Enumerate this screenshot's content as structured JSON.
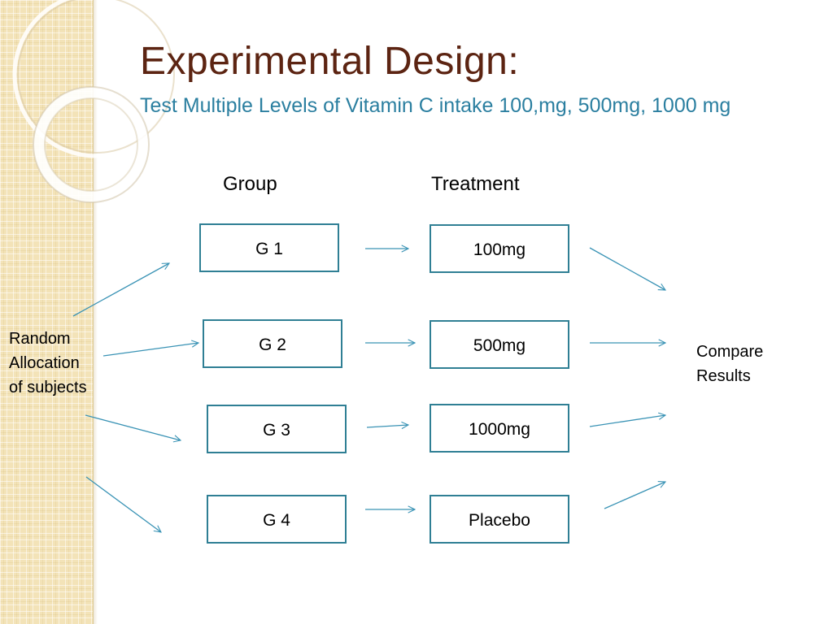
{
  "slide": {
    "title": "Experimental Design:",
    "subtitle": "Test Multiple Levels of Vitamin C intake 100,mg, 500mg, 1000 mg",
    "colors": {
      "title": "#5c2412",
      "subtitle": "#2b7fa0",
      "box_border": "#2f7f94",
      "arrow": "#3a93b5",
      "sidebar": "#f3e3b8"
    }
  },
  "diagram": {
    "group_header": "Group",
    "treatment_header": "Treatment",
    "random_allocation": {
      "line1": "Random",
      "line2": "Allocation",
      "line3": "of subjects"
    },
    "compare_results": {
      "line1": "Compare",
      "line2": "Results"
    },
    "groups": [
      {
        "label": "G 1"
      },
      {
        "label": "G 2"
      },
      {
        "label": "G 3"
      },
      {
        "label": "G 4"
      }
    ],
    "treatments": [
      {
        "label": "100mg"
      },
      {
        "label": "500mg"
      },
      {
        "label": "1000mg"
      },
      {
        "label": "Placebo"
      }
    ]
  }
}
